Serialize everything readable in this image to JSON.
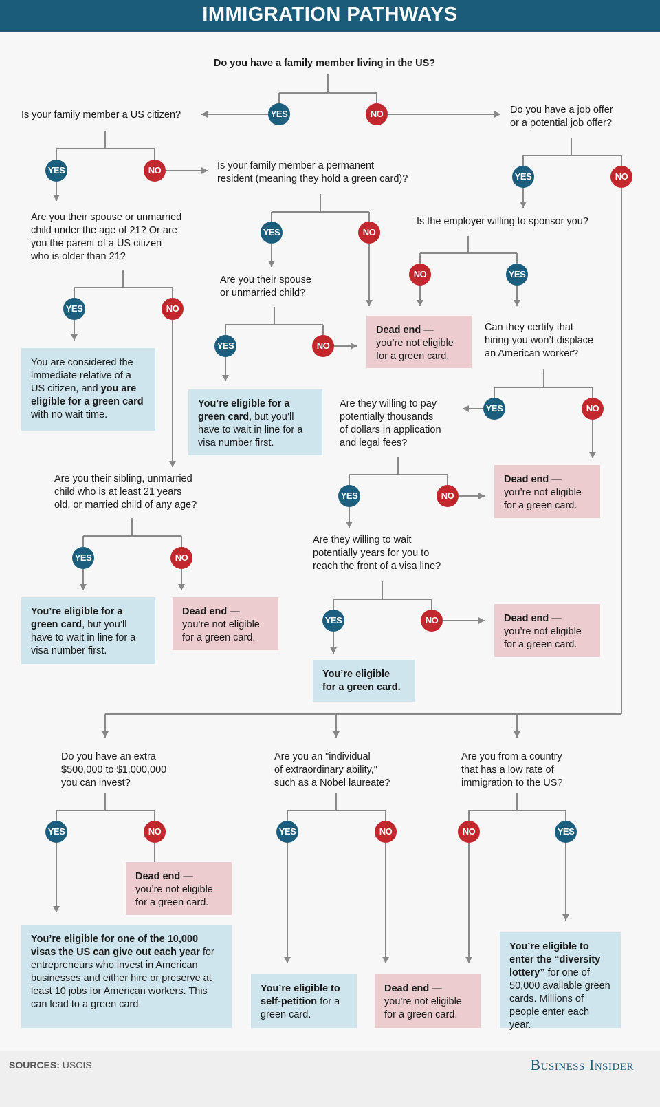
{
  "title": "IMMIGRATION PATHWAYS",
  "colors": {
    "header": "#1a5c7a",
    "yes": "#1b5e7e",
    "no": "#c1272d",
    "eligible_box": "#cfe5ed",
    "dead_end_box": "#ecccce",
    "connector": "#888888"
  },
  "questions": [
    {
      "text": "Do you have a family member living in the US?"
    },
    {
      "text": "Is your family member a US citizen?"
    },
    {
      "text": "Do you have a job offer\nor a potential job offer?"
    },
    {
      "text": "Is your family member a permanent\nresident (meaning they hold a green card)?"
    },
    {
      "text": "Are you their spouse or unmarried\nchild under the age of 21? Or are\nyou the parent of a US citizen\nwho is older than 21?"
    },
    {
      "text": "Is the employer willing to sponsor you?"
    },
    {
      "text": "Are you their spouse\nor unmarried child?"
    },
    {
      "text": "Can they certify that\nhiring you won’t displace\nan American worker?"
    },
    {
      "text": "Are they willing to pay\npotentially thousands\nof dollars in application\nand legal fees?"
    },
    {
      "text": "Are you their sibling, unmarried\nchild who is at least 21 years\nold, or married child of any age?"
    },
    {
      "text": "Are they willing to wait\npotentially years for you to\nreach the front of a visa line?"
    },
    {
      "text": "Do you have an extra\n$500,000 to $1,000,000\nyou can invest?"
    },
    {
      "text": "Are you an \"individual\nof extraordinary ability,\"\nsuch as a Nobel laureate?"
    },
    {
      "text": "Are you from a country\nthat has a low rate of\nimmigration to the US?"
    }
  ],
  "answers": [
    {
      "label": "YES",
      "type": "yes"
    },
    {
      "label": "NO",
      "type": "no"
    },
    {
      "label": "YES",
      "type": "yes"
    },
    {
      "label": "NO",
      "type": "no"
    },
    {
      "label": "YES",
      "type": "yes"
    },
    {
      "label": "NO",
      "type": "no"
    },
    {
      "label": "YES",
      "type": "yes"
    },
    {
      "label": "NO",
      "type": "no"
    },
    {
      "label": "NO",
      "type": "no"
    },
    {
      "label": "YES",
      "type": "yes"
    },
    {
      "label": "YES",
      "type": "yes"
    },
    {
      "label": "NO",
      "type": "no"
    },
    {
      "label": "YES",
      "type": "yes"
    },
    {
      "label": "NO",
      "type": "no"
    },
    {
      "label": "YES",
      "type": "yes"
    },
    {
      "label": "NO",
      "type": "no"
    },
    {
      "label": "YES",
      "type": "yes"
    },
    {
      "label": "NO",
      "type": "no"
    },
    {
      "label": "YES",
      "type": "yes"
    },
    {
      "label": "NO",
      "type": "no"
    },
    {
      "label": "YES",
      "type": "yes"
    },
    {
      "label": "NO",
      "type": "no"
    },
    {
      "label": "YES",
      "type": "yes"
    },
    {
      "label": "NO",
      "type": "no"
    },
    {
      "label": "YES",
      "type": "yes"
    },
    {
      "label": "NO",
      "type": "no"
    },
    {
      "label": "NO",
      "type": "no"
    },
    {
      "label": "YES",
      "type": "yes"
    }
  ],
  "outcomes": [
    {
      "type": "eligible",
      "runs": [
        {
          "t": "You are considered the immediate relative of a US citizen, and ",
          "b": false
        },
        {
          "t": "you are eligible for a green card",
          "b": true
        },
        {
          "t": " with no wait time.",
          "b": false
        }
      ]
    },
    {
      "type": "dead",
      "runs": [
        {
          "t": "Dead end",
          "b": true
        },
        {
          "t": " — you’re not eligible for a green card.",
          "b": false
        }
      ]
    },
    {
      "type": "eligible",
      "runs": [
        {
          "t": "You’re eligible for a green card",
          "b": true
        },
        {
          "t": ", but you’ll have to wait in line for a visa number first.",
          "b": false
        }
      ]
    },
    {
      "type": "dead",
      "runs": [
        {
          "t": "Dead end",
          "b": true
        },
        {
          "t": " — you’re not eligible for a green card.",
          "b": false
        }
      ]
    },
    {
      "type": "eligible",
      "runs": [
        {
          "t": "You’re eligible for a green card",
          "b": true
        },
        {
          "t": ", but you’ll have to wait in line for a visa number first.",
          "b": false
        }
      ]
    },
    {
      "type": "dead",
      "runs": [
        {
          "t": "Dead end",
          "b": true
        },
        {
          "t": " — you’re not eligible for a green card.",
          "b": false
        }
      ]
    },
    {
      "type": "dead",
      "runs": [
        {
          "t": "Dead end",
          "b": true
        },
        {
          "t": " — you’re not eligible for a green card.",
          "b": false
        }
      ]
    },
    {
      "type": "eligible",
      "runs": [
        {
          "t": "You’re eligible for a green card.",
          "b": true
        }
      ]
    },
    {
      "type": "dead",
      "runs": [
        {
          "t": "Dead end",
          "b": true
        },
        {
          "t": " — you’re not eligible for a green card.",
          "b": false
        }
      ]
    },
    {
      "type": "eligible",
      "runs": [
        {
          "t": "You’re eligible for one of the 10,000 visas the US can give out each year",
          "b": true
        },
        {
          "t": " for entrepreneurs who invest in American businesses and either hire or preserve at least 10 jobs for American workers. This can lead to a green card.",
          "b": false
        }
      ]
    },
    {
      "type": "eligible",
      "runs": [
        {
          "t": "You’re eligible to self-petition",
          "b": true
        },
        {
          "t": " for a green card.",
          "b": false
        }
      ]
    },
    {
      "type": "dead",
      "runs": [
        {
          "t": "Dead end",
          "b": true
        },
        {
          "t": " — you’re not eligible for a green card.",
          "b": false
        }
      ]
    },
    {
      "type": "eligible",
      "runs": [
        {
          "t": "You’re eligible to enter the “diversity lottery”",
          "b": true
        },
        {
          "t": " for one of 50,000 available green cards. Millions of people enter each year.",
          "b": false
        }
      ]
    }
  ],
  "footer": {
    "sources_label": "SOURCES:",
    "sources_value": " USCIS",
    "brand": "Business Insider"
  }
}
